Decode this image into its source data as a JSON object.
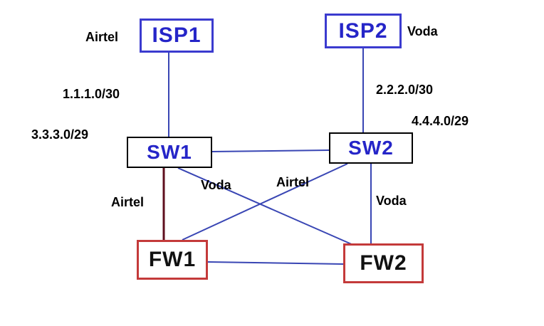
{
  "nodes": {
    "isp1": {
      "label": "ISP1"
    },
    "isp2": {
      "label": "ISP2"
    },
    "sw1": {
      "label": "SW1"
    },
    "sw2": {
      "label": "SW2"
    },
    "fw1": {
      "label": "FW1"
    },
    "fw2": {
      "label": "FW2"
    }
  },
  "labels": {
    "isp1_provider": "Airtel",
    "isp2_provider": "Voda",
    "isp1_sw1_subnet": "1.1.1.0/30",
    "isp2_sw2_subnet": "2.2.2.0/30",
    "sw1_subnet": "3.3.3.0/29",
    "sw2_subnet": "4.4.4.0/29",
    "sw1_fw1_link": "Airtel",
    "sw1_fw2_link": "Voda",
    "sw2_fw1_link": "Airtel",
    "sw2_fw2_link": "Voda"
  },
  "colors": {
    "link_blue": "#3946b4",
    "link_maroon": "#5f0f1e",
    "isp_border": "#3b3bcf",
    "sw_border": "#000000",
    "fw_border": "#c43a3a",
    "node_text_blue": "#2525c8",
    "label_text": "#000000",
    "background": "#ffffff"
  }
}
